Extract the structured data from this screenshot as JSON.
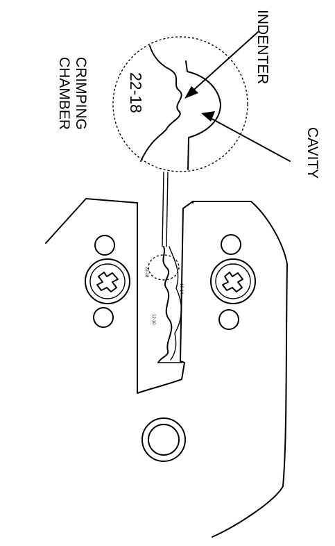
{
  "labels": {
    "indenter": "INDENTER",
    "cavity": "CAVITY",
    "crimping_line1": "CRIMPING",
    "crimping_line2": "CHAMBER",
    "gauge": "22-18"
  },
  "small_marks": {
    "upper": "22-18",
    "middle": "16-14",
    "lower": "12-10"
  }
}
